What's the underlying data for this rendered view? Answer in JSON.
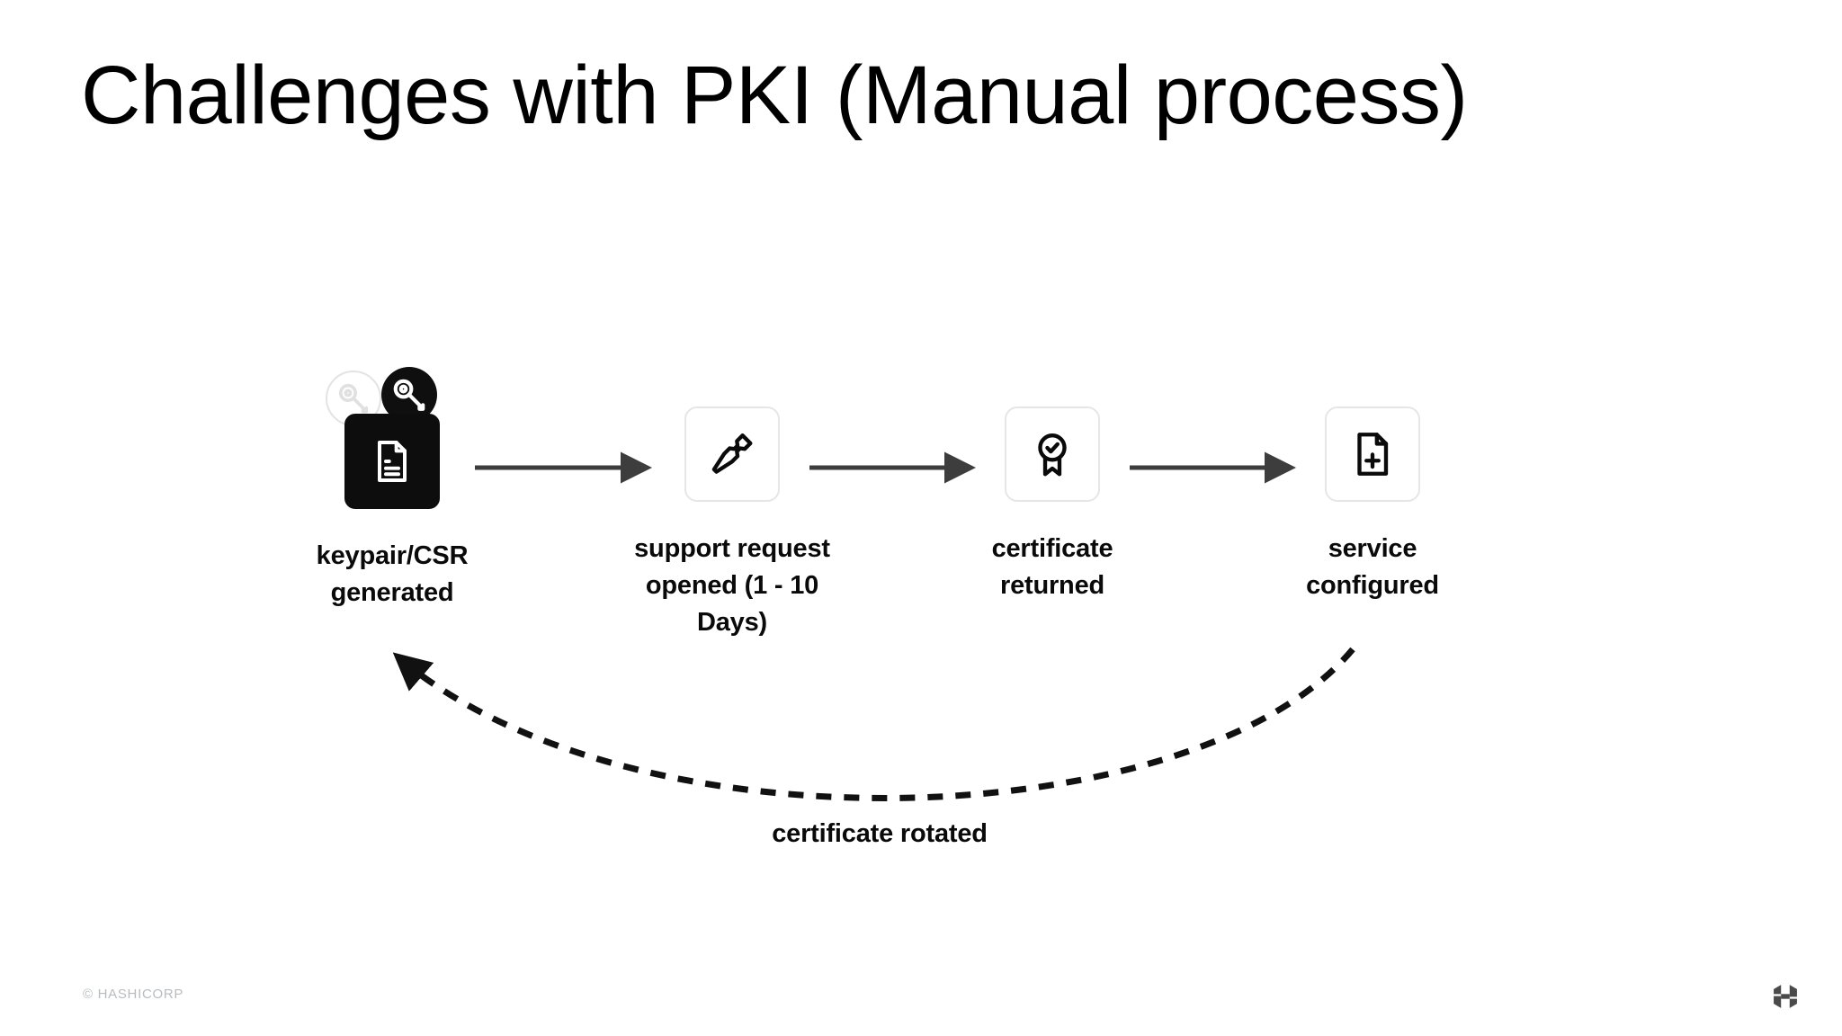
{
  "slide": {
    "title": "Challenges with PKI (Manual process)"
  },
  "diagram": {
    "type": "process-flow",
    "key_badges": [
      {
        "icon": "key-icon",
        "style": "outline-light",
        "color": "#e3e3e3"
      },
      {
        "icon": "key-icon",
        "style": "filled-dark",
        "color": "#0f0f0f"
      }
    ],
    "steps": [
      {
        "id": "keypair-csr-generated",
        "icon": "document-lines-icon",
        "box_style": "filled-dark",
        "label": "keypair/CSR generated"
      },
      {
        "id": "support-request-opened",
        "icon": "wrench-icon",
        "box_style": "outline-light",
        "label": "support request opened (1 - 10 Days)"
      },
      {
        "id": "certificate-returned",
        "icon": "award-ribbon-check-icon",
        "box_style": "outline-light",
        "label": "certificate returned"
      },
      {
        "id": "service-configured",
        "icon": "document-plus-icon",
        "box_style": "outline-light",
        "label": "service configured"
      }
    ],
    "connectors": [
      {
        "from": "keypair-csr-generated",
        "to": "support-request-opened",
        "style": "solid-arrow"
      },
      {
        "from": "support-request-opened",
        "to": "certificate-returned",
        "style": "solid-arrow"
      },
      {
        "from": "certificate-returned",
        "to": "service-configured",
        "style": "solid-arrow"
      }
    ],
    "feedback_loop": {
      "from": "service-configured",
      "to": "keypair-csr-generated",
      "style": "dashed-curved-arrow",
      "label": "certificate rotated"
    }
  },
  "footer": {
    "copyright": "© HASHICORP",
    "logo": "hashicorp-logo-icon"
  },
  "colors": {
    "background": "#ffffff",
    "text": "#000000",
    "box_border": "#e6e6e6",
    "box_filled": "#0d0d0d",
    "arrow": "#3d3d3d",
    "footer_text": "#b9bcbf",
    "logo": "#4a4a4a"
  }
}
